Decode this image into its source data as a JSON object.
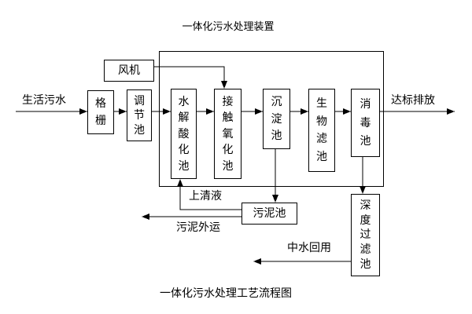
{
  "title": "一体化污水处理装置",
  "caption": "一体化污水处理工艺流程图",
  "labels": {
    "inflow": "生活污水",
    "outflow": "达标排放",
    "supernatant": "上清液",
    "sludge_out": "污泥外运",
    "water_reuse": "中水回用"
  },
  "boxes": {
    "fan": "风机",
    "grid": "格栅",
    "regulating_tank": "调节池",
    "hydrolysis_acidification_tank": "水解酸化池",
    "contact_oxidation_tank": "接触氧化池",
    "sedimentation_tank": "沉淀池",
    "biological_filter_tank": "生物滤池",
    "disinfection_tank": "消毒池",
    "sludge_tank": "污泥池",
    "deep_filtration_tank": "深度过滤池"
  },
  "colors": {
    "line": "#000000",
    "gray_line": "#808080",
    "box_border": "#000000",
    "background": "#ffffff",
    "text": "#000000"
  }
}
